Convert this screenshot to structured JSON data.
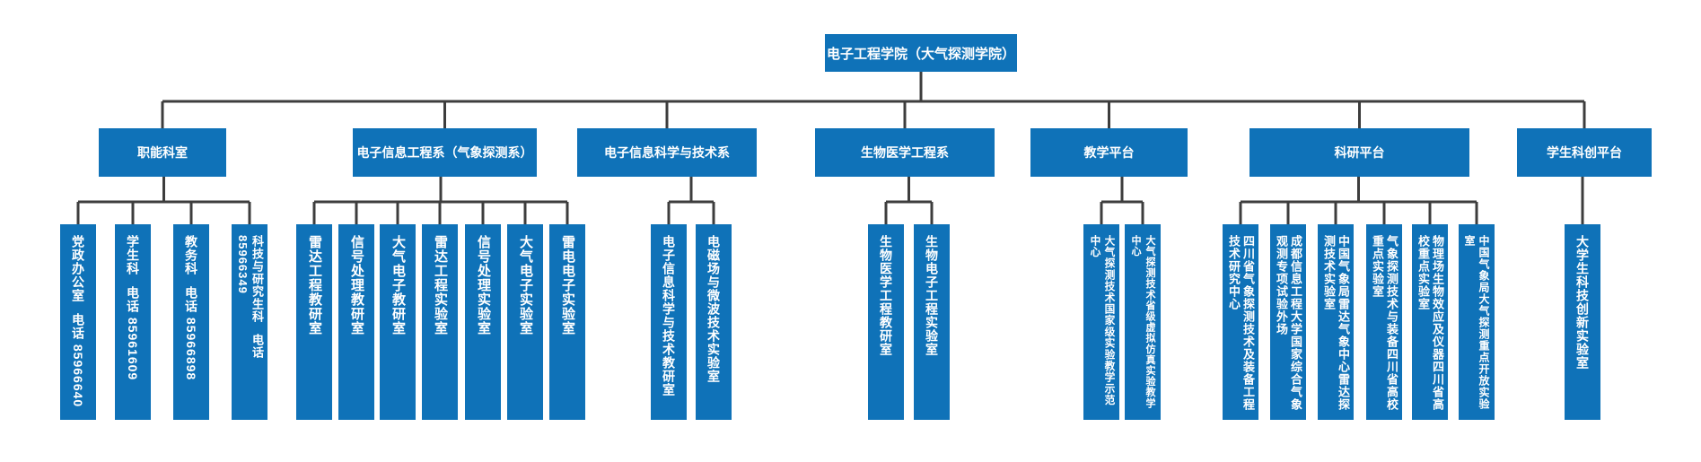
{
  "root": {
    "label": "电子工程学院（大气探测学院）"
  },
  "groups": [
    {
      "label": "职能科室",
      "children": [
        {
          "label": "党政办公室",
          "phone": "电话 85966640"
        },
        {
          "label": "学生科",
          "phone": "电话 85961609"
        },
        {
          "label": "教务科",
          "phone": "电话 85966898"
        },
        {
          "label": "科技与研究生科",
          "phone": "电话 85966349"
        }
      ]
    },
    {
      "label": "电子信息工程系（气象探测系）",
      "children": [
        {
          "label": "雷达工程教研室"
        },
        {
          "label": "信号处理教研室"
        },
        {
          "label": "大气电子教研室"
        },
        {
          "label": "雷达工程实验室"
        },
        {
          "label": "信号处理实验室"
        },
        {
          "label": "大气电子实验室"
        },
        {
          "label": "雷电电子实验室"
        }
      ]
    },
    {
      "label": "电子信息科学与技术系",
      "children": [
        {
          "label": "电子信息科学与技术教研室"
        },
        {
          "label": "电磁场与微波技术实验室"
        }
      ]
    },
    {
      "label": "生物医学工程系",
      "children": [
        {
          "label": "生物医学工程教研室"
        },
        {
          "label": "生物电子工程实验室"
        }
      ]
    },
    {
      "label": "教学平台",
      "children": [
        {
          "label": "大气探测技术国家级实验教学示范中心"
        },
        {
          "label": "大气探测技术省级虚拟仿真实验教学中心"
        }
      ]
    },
    {
      "label": "科研平台",
      "children": [
        {
          "label": "四川省气象探测技术及装备工程技术研究中心"
        },
        {
          "label": "成都信息工程大学国家综合气象观测专项试验外场"
        },
        {
          "label": "中国气象局雷达气象中心雷达探测技术实验室"
        },
        {
          "label": "气象探测技术与装备四川省高校重点实验室"
        },
        {
          "label": "物理场生物效应及仪器四川省高校重点实验室"
        },
        {
          "label": "中国气象局大气探测重点开放实验室"
        }
      ]
    },
    {
      "label": "学生科创平台",
      "children": [
        {
          "label": "大学生科技创新实验室"
        }
      ]
    }
  ],
  "colors": {
    "box": "#0f72b8",
    "line": "#3d3d3d",
    "text": "#ffffff",
    "background": "#ffffff"
  }
}
